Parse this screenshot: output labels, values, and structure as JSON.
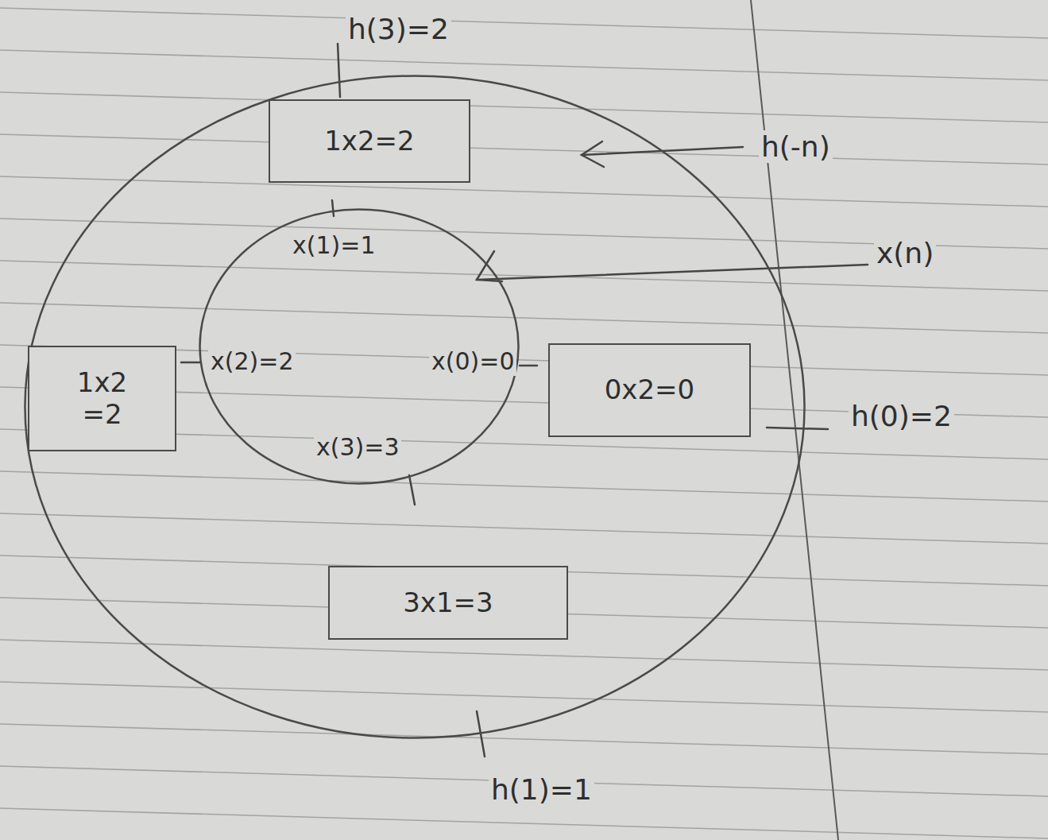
{
  "diagram": {
    "nodes": [
      {
        "text": [
          "h(-n)"
        ]
      },
      {
        "text": [
          "1x2=2"
        ],
        "in": 0
      },
      {
        "text": [
          "x(n)",
          "x(1)=1",
          "x(2)=2",
          "x(0)=0",
          "x(3)=3"
        ],
        "in": 0
      },
      {
        "text": [
          "1x2 =2"
        ],
        "in": 0
      },
      {
        "text": [
          "0x2=0"
        ],
        "in": 0
      },
      {
        "text": [
          "3x1=3"
        ],
        "in": 0
      }
    ],
    "labels": [
      "h(3)=2",
      "h(0)=2",
      "h(1)=1"
    ]
  }
}
